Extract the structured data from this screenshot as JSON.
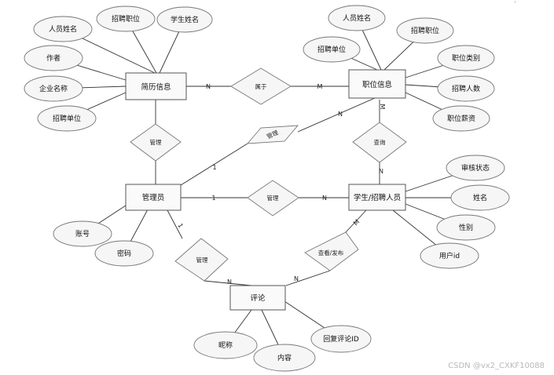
{
  "entities": [
    {
      "id": "resume",
      "label": "简历信息"
    },
    {
      "id": "job",
      "label": "职位信息"
    },
    {
      "id": "admin",
      "label": "管理员"
    },
    {
      "id": "student",
      "label": "学生/招聘人员"
    },
    {
      "id": "comment",
      "label": "评论"
    }
  ],
  "attributes": [
    {
      "id": "r_name",
      "label": "人员姓名"
    },
    {
      "id": "r_pos",
      "label": "招聘职位"
    },
    {
      "id": "r_stu",
      "label": "学生姓名"
    },
    {
      "id": "r_author",
      "label": "作者"
    },
    {
      "id": "r_company",
      "label": "企业名称"
    },
    {
      "id": "r_unit",
      "label": "招聘单位"
    },
    {
      "id": "j_name",
      "label": "人员姓名"
    },
    {
      "id": "j_pos",
      "label": "招聘职位"
    },
    {
      "id": "j_unit",
      "label": "招聘单位"
    },
    {
      "id": "j_type",
      "label": "职位类别"
    },
    {
      "id": "j_num",
      "label": "招聘人数"
    },
    {
      "id": "j_pay",
      "label": "职位薪资"
    },
    {
      "id": "s_status",
      "label": "审核状态"
    },
    {
      "id": "s_name",
      "label": "姓名"
    },
    {
      "id": "s_sex",
      "label": "性别"
    },
    {
      "id": "s_uid",
      "label": "用户id"
    },
    {
      "id": "a_acc",
      "label": "账号"
    },
    {
      "id": "a_pwd",
      "label": "密码"
    },
    {
      "id": "c_nick",
      "label": "昵称"
    },
    {
      "id": "c_content",
      "label": "内容"
    },
    {
      "id": "c_reply",
      "label": "回复评论ID"
    }
  ],
  "relationships": [
    {
      "id": "belong",
      "label": "属于"
    },
    {
      "id": "m_resume",
      "label": "管理"
    },
    {
      "id": "m_job",
      "label": "管理"
    },
    {
      "id": "query",
      "label": "查询"
    },
    {
      "id": "m_student",
      "label": "管理"
    },
    {
      "id": "m_comment",
      "label": "管理"
    },
    {
      "id": "publish",
      "label": "查看/发布"
    }
  ],
  "cardinalities": {
    "belong_resume": "N",
    "belong_job": "M",
    "mjob_admin": "1",
    "mjob_job": "N",
    "query_job": "M",
    "query_student": "N",
    "mstu_admin": "1",
    "mstu_student": "N",
    "mcom_admin": "1",
    "mcom_comment": "N",
    "pub_student": "M",
    "pub_comment": "N"
  },
  "watermark": "CSDN @vx2_CXKF10088"
}
